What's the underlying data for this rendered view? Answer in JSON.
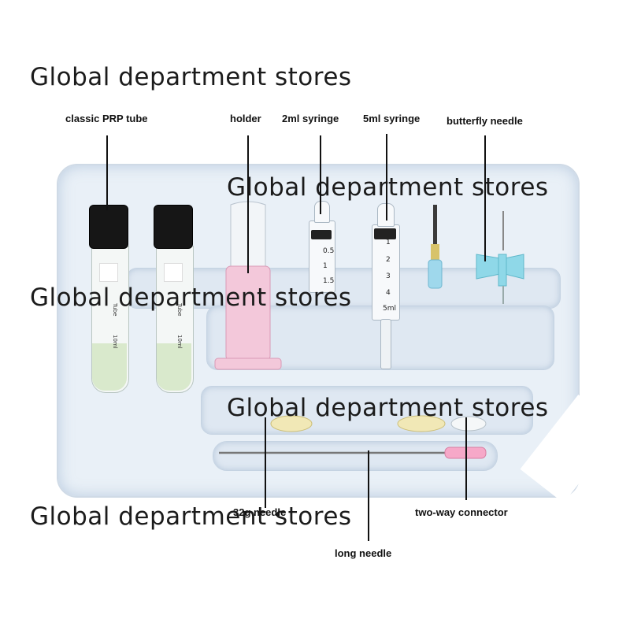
{
  "watermark_text": "Global department stores",
  "labels": {
    "prp_tube": "classic PRP tube",
    "holder": "holder",
    "syringe_2ml": "2ml syringe",
    "syringe_5ml": "5ml syringe",
    "butterfly_needle": "butterfly needle",
    "needle_32g": "32g needle",
    "long_needle": "long needle",
    "two_way_connector": "two-way connector"
  },
  "tube_text": {
    "volume": "10ml",
    "marking": "Tube"
  },
  "syringe_2ml_scale": [
    "0.5",
    "1",
    "1.5"
  ],
  "syringe_5ml_scale": [
    "1",
    "2",
    "3",
    "4",
    "5ml"
  ],
  "colors": {
    "tray": "#e9f0f7",
    "tube_cap": "#161616",
    "holder_pink": "#f3c8da",
    "butterfly_wings": "#8fd8e8",
    "needle_hub_pink": "#f6a8c8",
    "gel": "#d9e9cc"
  }
}
